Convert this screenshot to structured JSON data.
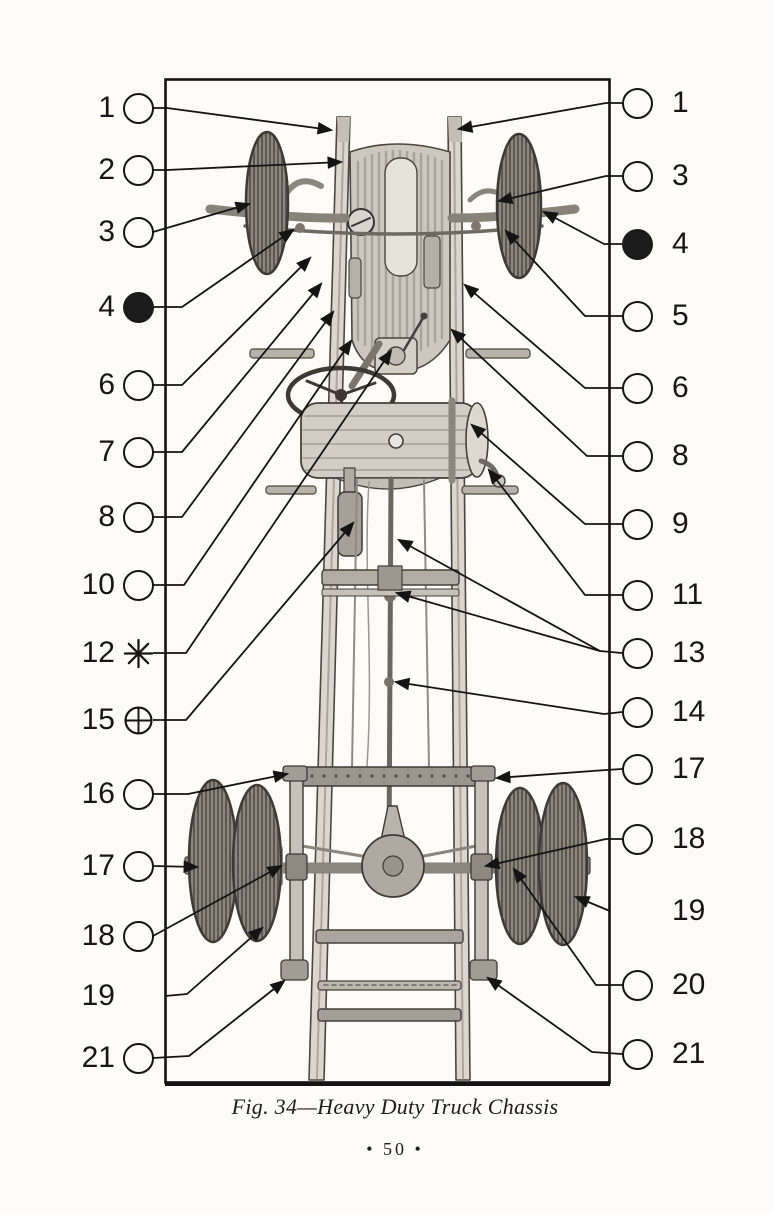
{
  "figure": {
    "caption": "Fig. 34—Heavy Duty Truck Chassis",
    "page_number": "• 50 •"
  },
  "callouts": {
    "left": [
      {
        "label": "1",
        "marker": "circle"
      },
      {
        "label": "2",
        "marker": "circle"
      },
      {
        "label": "3",
        "marker": "circle"
      },
      {
        "label": "4",
        "marker": "filled-circle"
      },
      {
        "label": "6",
        "marker": "circle"
      },
      {
        "label": "7",
        "marker": "circle"
      },
      {
        "label": "8",
        "marker": "circle"
      },
      {
        "label": "10",
        "marker": "circle"
      },
      {
        "label": "12",
        "marker": "asterisk"
      },
      {
        "label": "15",
        "marker": "crossed-circle"
      },
      {
        "label": "16",
        "marker": "circle"
      },
      {
        "label": "17",
        "marker": "circle"
      },
      {
        "label": "18",
        "marker": "circle"
      },
      {
        "label": "19",
        "marker": "none"
      },
      {
        "label": "21",
        "marker": "circle"
      }
    ],
    "right": [
      {
        "label": "1",
        "marker": "circle"
      },
      {
        "label": "3",
        "marker": "circle"
      },
      {
        "label": "4",
        "marker": "filled-circle"
      },
      {
        "label": "5",
        "marker": "circle"
      },
      {
        "label": "6",
        "marker": "circle"
      },
      {
        "label": "8",
        "marker": "circle"
      },
      {
        "label": "9",
        "marker": "circle"
      },
      {
        "label": "11",
        "marker": "circle"
      },
      {
        "label": "13",
        "marker": "circle"
      },
      {
        "label": "14",
        "marker": "circle"
      },
      {
        "label": "17",
        "marker": "circle"
      },
      {
        "label": "18",
        "marker": "circle"
      },
      {
        "label": "19",
        "marker": "none"
      },
      {
        "label": "20",
        "marker": "circle"
      },
      {
        "label": "21",
        "marker": "circle"
      }
    ]
  }
}
